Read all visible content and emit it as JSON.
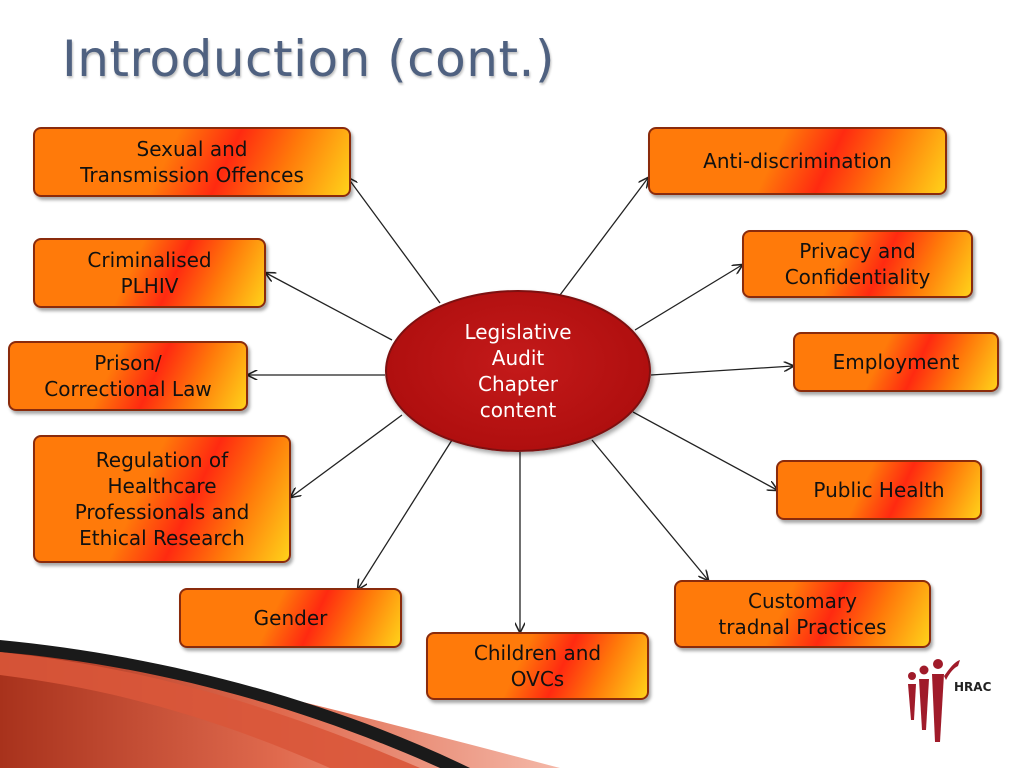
{
  "title": "Introduction (cont.)",
  "center": {
    "label": "Legislative\nAudit\nChapter\ncontent"
  },
  "nodes": [
    {
      "id": "sexual",
      "label": "Sexual and\nTransmission Offences"
    },
    {
      "id": "criminalised",
      "label": "Criminalised\nPLHIV"
    },
    {
      "id": "prison",
      "label": "Prison/\nCorrectional Law"
    },
    {
      "id": "regulation",
      "label": "Regulation of\nHealthcare\nProfessionals and\nEthical Research"
    },
    {
      "id": "gender",
      "label": "Gender"
    },
    {
      "id": "children",
      "label": "Children and\nOVCs"
    },
    {
      "id": "customary",
      "label": "Customary\ntradnal Practices"
    },
    {
      "id": "publichealth",
      "label": "Public Health"
    },
    {
      "id": "employment",
      "label": "Employment"
    },
    {
      "id": "privacy",
      "label": "Privacy and\nConfidentiality"
    },
    {
      "id": "antidiscrimination",
      "label": "Anti-discrimination"
    }
  ],
  "logo": {
    "text": "HRAC",
    "icon": "hrac-figures-logo"
  },
  "colors": {
    "title": "#4f6180",
    "center_fill": "#b00f0f",
    "box_orange": "#ff7a0a",
    "box_red": "#ff2a10",
    "box_yellow": "#ffd21a"
  }
}
